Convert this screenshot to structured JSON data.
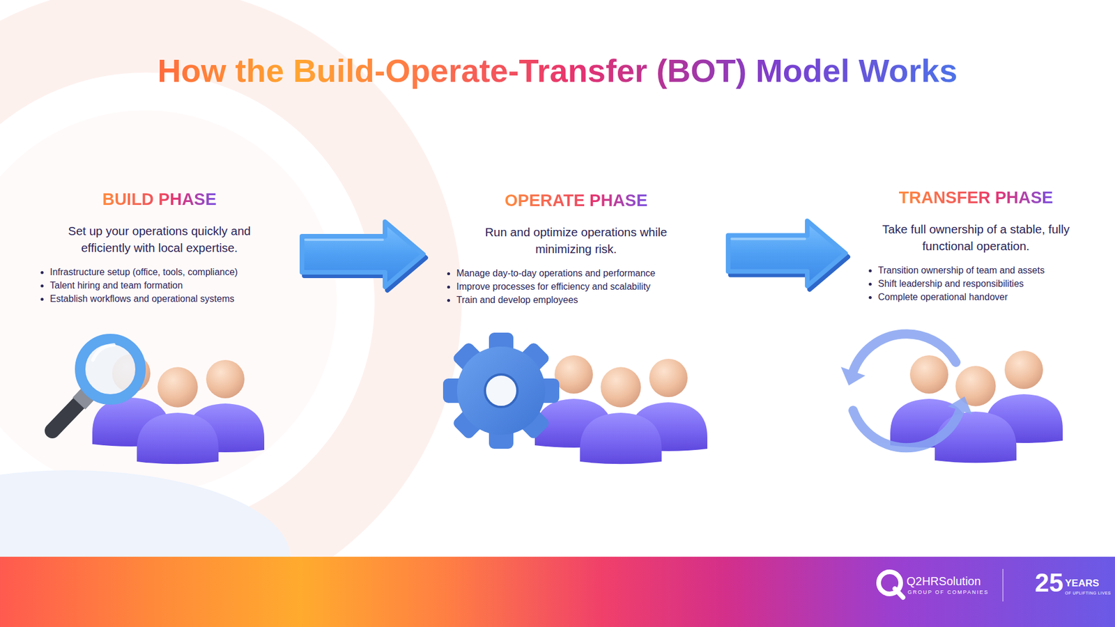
{
  "diagram": {
    "title": "How the Build-Operate-Transfer (BOT) Model Works",
    "nodes": [
      {
        "text": [
          "BUILD PHASE",
          "Set up your operations quickly and efficiently with local expertise.",
          "Infrastructure setup (office, tools, compliance)",
          "Talent hiring and team formation",
          "Establish workflows and operational systems"
        ]
      },
      {
        "text": [
          "OPERATE PHASE",
          "Run and optimize operations while minimizing risk.",
          "Manage day-to-day operations and performance",
          "Improve processes for efficiency and scalability",
          "Train and develop employees"
        ]
      },
      {
        "text": [
          "TRANSFER PHASE",
          "Take full ownership of a stable, fully functional operation.",
          "Transition ownership of team and assets",
          "Shift leadership and responsibilities",
          "Complete operational handover"
        ]
      }
    ],
    "edges": [
      {
        "from": 0,
        "to": 1,
        "arrow": "to"
      },
      {
        "from": 1,
        "to": 2,
        "arrow": "to"
      }
    ],
    "labels": [
      "Q2HRSolution",
      "GROUP OF COMPANIES",
      "25",
      "YEARS",
      "OF UPLIFTING LIVES"
    ]
  }
}
